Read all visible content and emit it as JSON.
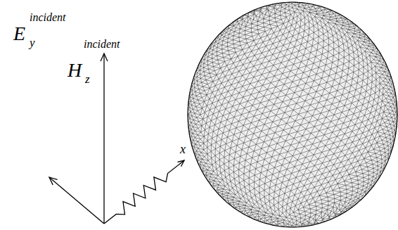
{
  "diagram": {
    "labels": [
      "H",
      "incident",
      "z",
      "E",
      "incident",
      "y",
      "x"
    ]
  }
}
